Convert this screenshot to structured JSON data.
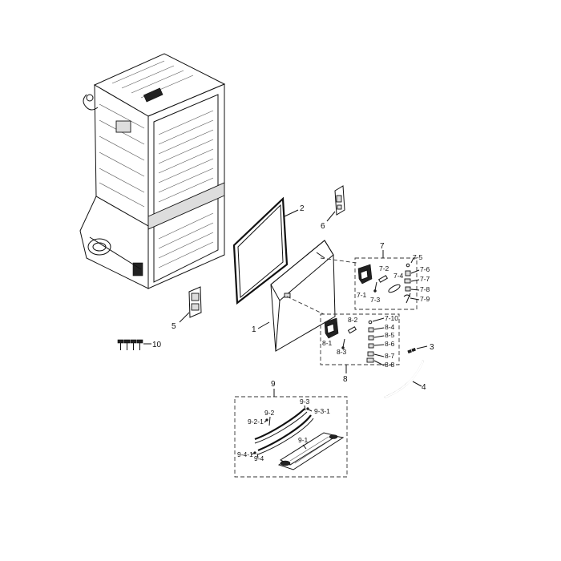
{
  "diagram": {
    "callouts": {
      "c1": "1",
      "c2": "2",
      "c3": "3",
      "c4": "4",
      "c5": "5",
      "c6": "6",
      "c7": "7",
      "c8": "8",
      "c9": "9",
      "c10": "10",
      "c7_1": "7-1",
      "c7_2": "7-2",
      "c7_3": "7-3",
      "c7_4": "7-4",
      "c7_5": "7-5",
      "c7_6": "7-6",
      "c7_7": "7-7",
      "c7_8": "7-8",
      "c7_9": "7-9",
      "c7_10": "7-10",
      "c8_1": "8-1",
      "c8_2": "8-2",
      "c8_3": "8-3",
      "c8_4": "8-4",
      "c8_5": "8-5",
      "c8_6": "8-6",
      "c8_7": "8-7",
      "c8_8": "8-8",
      "c9_1": "9-1",
      "c9_2": "9-2",
      "c9_2_1": "9-2-1",
      "c9_3": "9-3",
      "c9_3_1": "9-3-1",
      "c9_4": "9-4",
      "c9_4_1": "9-4-1"
    }
  }
}
